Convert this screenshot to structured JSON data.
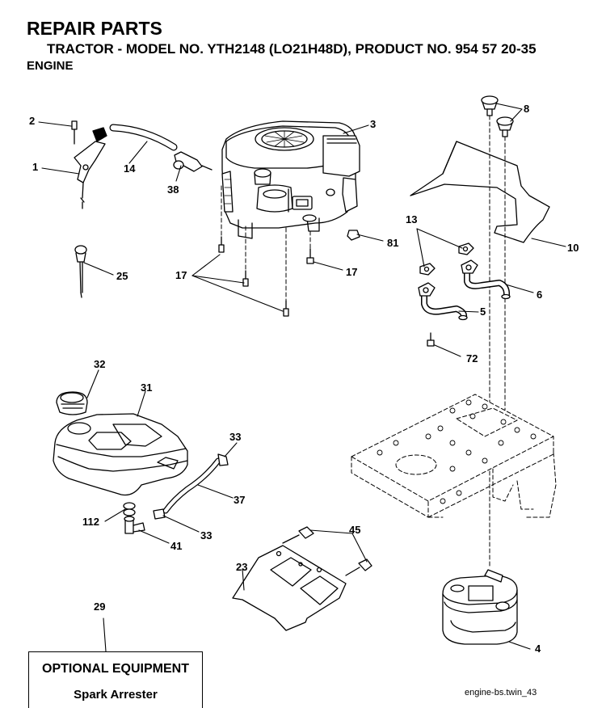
{
  "header": {
    "title": "REPAIR PARTS",
    "subtitle": "TRACTOR - MODEL NO. YTH2148 (LO21H48D), PRODUCT NO. 954 57 20-35",
    "section": "ENGINE"
  },
  "callouts": [
    {
      "id": "c1",
      "label": "1"
    },
    {
      "id": "c2",
      "label": "2"
    },
    {
      "id": "c3",
      "label": "3"
    },
    {
      "id": "c4",
      "label": "4"
    },
    {
      "id": "c5",
      "label": "5"
    },
    {
      "id": "c6",
      "label": "6"
    },
    {
      "id": "c8",
      "label": "8"
    },
    {
      "id": "c10",
      "label": "10"
    },
    {
      "id": "c13",
      "label": "13"
    },
    {
      "id": "c14",
      "label": "14"
    },
    {
      "id": "c17a",
      "label": "17"
    },
    {
      "id": "c17b",
      "label": "17"
    },
    {
      "id": "c23",
      "label": "23"
    },
    {
      "id": "c25",
      "label": "25"
    },
    {
      "id": "c29",
      "label": "29"
    },
    {
      "id": "c31",
      "label": "31"
    },
    {
      "id": "c32",
      "label": "32"
    },
    {
      "id": "c33a",
      "label": "33"
    },
    {
      "id": "c33b",
      "label": "33"
    },
    {
      "id": "c37",
      "label": "37"
    },
    {
      "id": "c38",
      "label": "38"
    },
    {
      "id": "c41",
      "label": "41"
    },
    {
      "id": "c45",
      "label": "45"
    },
    {
      "id": "c72",
      "label": "72"
    },
    {
      "id": "c81",
      "label": "81"
    },
    {
      "id": "c112",
      "label": "112"
    }
  ],
  "optional_equipment": {
    "heading": "OPTIONAL EQUIPMENT",
    "item": "Spark Arrester"
  },
  "file_code": "engine-bs.twin_43"
}
